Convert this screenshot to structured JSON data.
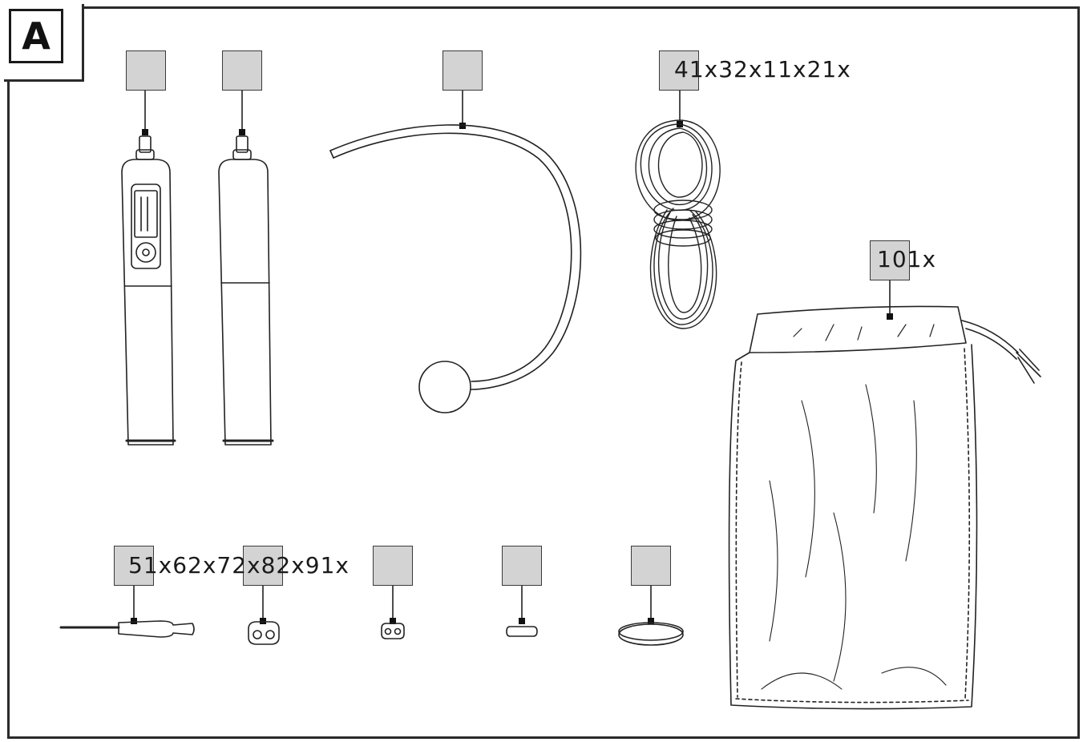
{
  "section_label": "A",
  "quantity_labels": {
    "top": "41x32x11x21x",
    "bag": "101x",
    "bottom": "51x62x72x82x91x"
  }
}
